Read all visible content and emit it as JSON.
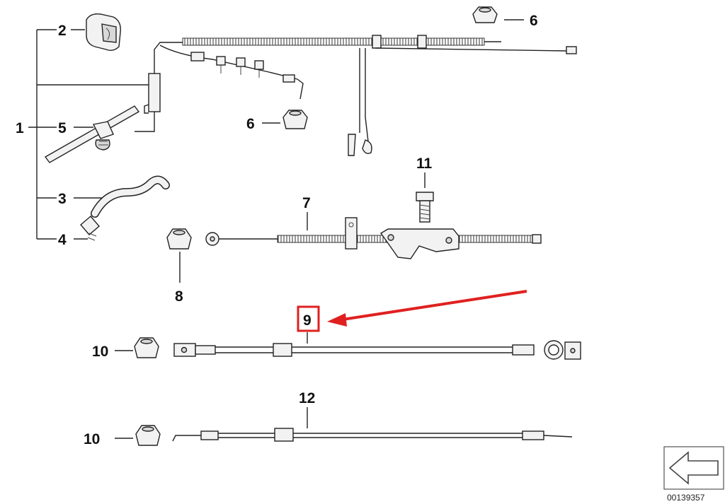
{
  "diagram": {
    "callouts": {
      "c1": "1",
      "c2": "2",
      "c3": "3",
      "c4": "4",
      "c5": "5",
      "c6a": "6",
      "c6b": "6",
      "c7": "7",
      "c8": "8",
      "c9": "9",
      "c10a": "10",
      "c10b": "10",
      "c11": "11",
      "c12": "12"
    },
    "highlight_color": "#e02020",
    "diagram_id": "00139357",
    "nav_icon": "arrow-left-icon"
  }
}
